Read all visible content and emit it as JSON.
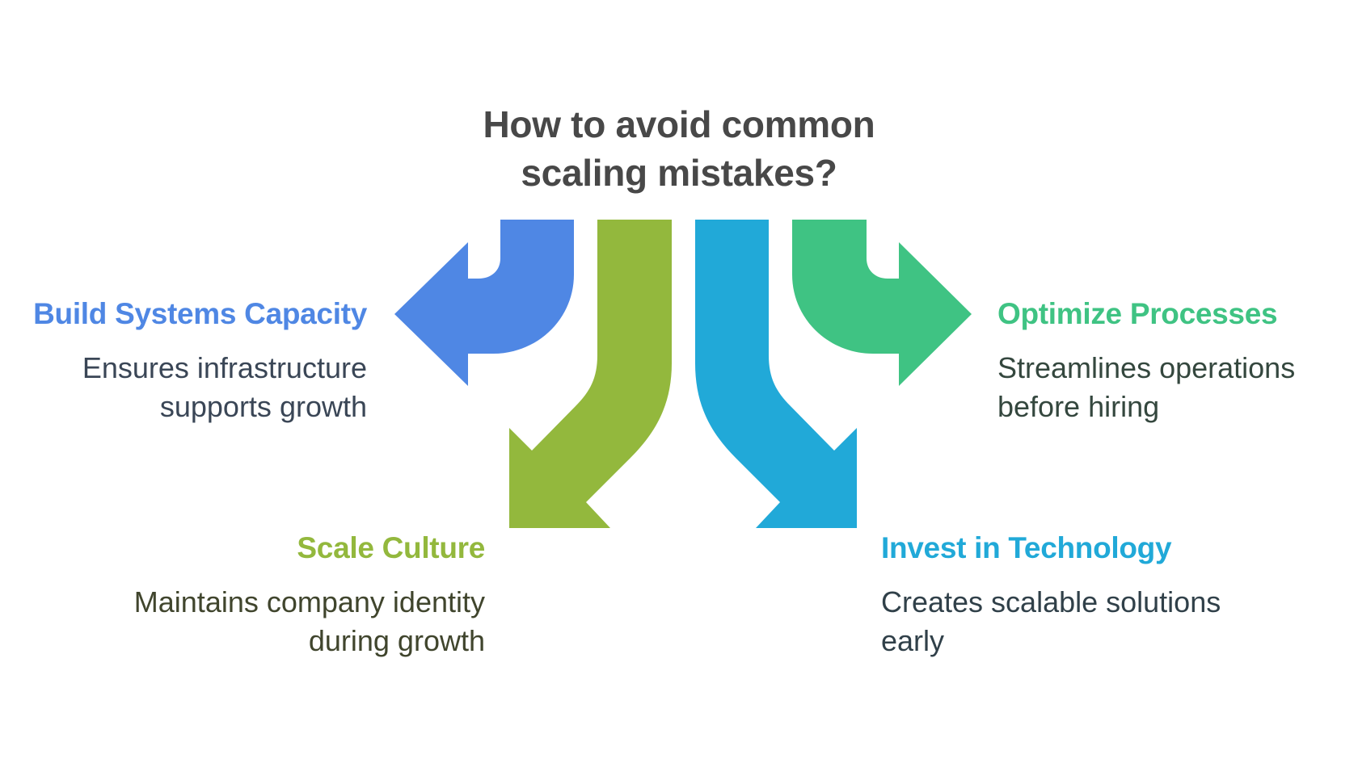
{
  "title": {
    "line1": "How to avoid common",
    "line2": "scaling mistakes?"
  },
  "colors": {
    "blue": "#4f87e4",
    "green_light": "#93b83d",
    "cyan": "#21a9d8",
    "green": "#3fc383",
    "title": "#484848"
  },
  "items": {
    "build": {
      "heading": "Build Systems Capacity",
      "desc_line1": "Ensures infrastructure",
      "desc_line2": "supports growth"
    },
    "culture": {
      "heading": "Scale Culture",
      "desc_line1": "Maintains company identity",
      "desc_line2": "during growth"
    },
    "optimize": {
      "heading": "Optimize Processes",
      "desc_line1": "Streamlines operations",
      "desc_line2": "before hiring"
    },
    "invest": {
      "heading": "Invest in Technology",
      "desc_line1": "Creates scalable solutions",
      "desc_line2": "early"
    }
  }
}
